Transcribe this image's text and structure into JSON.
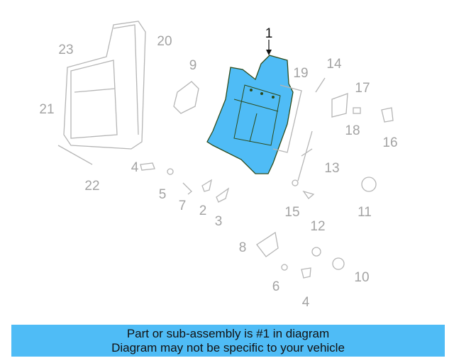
{
  "diagram": {
    "highlighted_part": "1",
    "highlight_color": "#4fbcf6",
    "callouts": [
      "1",
      "23",
      "20",
      "9",
      "19",
      "14",
      "17",
      "21",
      "18",
      "16",
      "4",
      "13",
      "22",
      "5",
      "7",
      "2",
      "11",
      "15",
      "3",
      "12",
      "8",
      "10",
      "6",
      "4"
    ]
  },
  "banner": {
    "line1": "Part or sub-assembly is #1 in diagram",
    "line2": "Diagram may not be specific to your vehicle",
    "color": "#4fbcf6"
  }
}
